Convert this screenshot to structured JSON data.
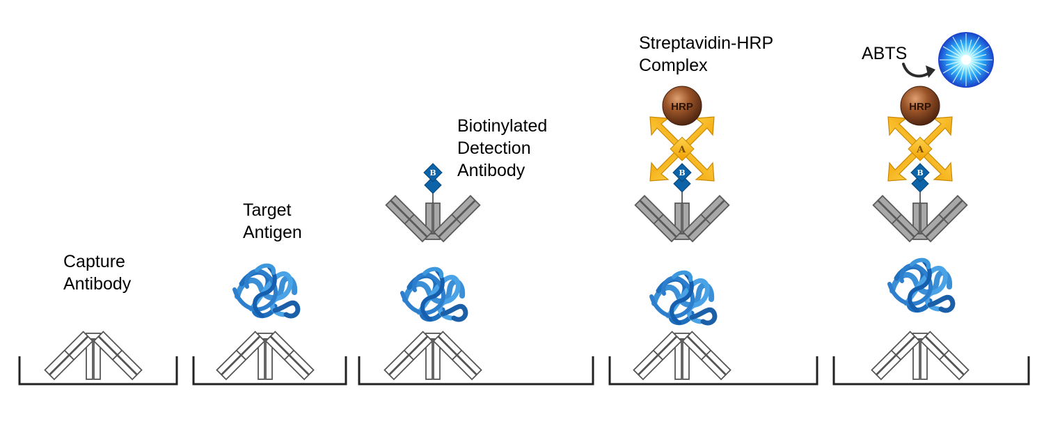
{
  "steps": [
    {
      "label_lines": [
        "Capture",
        "Antibody"
      ],
      "has_antigen": false,
      "has_detection_antibody": false,
      "has_streptavidin_hrp": false,
      "has_substrate": false
    },
    {
      "label_lines": [
        "Target",
        "Antigen"
      ],
      "has_antigen": true,
      "has_detection_antibody": false,
      "has_streptavidin_hrp": false,
      "has_substrate": false
    },
    {
      "label_lines": [
        "Biotinylated",
        "Detection",
        "Antibody"
      ],
      "has_antigen": true,
      "has_detection_antibody": true,
      "has_streptavidin_hrp": false,
      "has_substrate": false
    },
    {
      "label_lines": [
        "Streptavidin-HRP",
        "Complex"
      ],
      "has_antigen": true,
      "has_detection_antibody": true,
      "has_streptavidin_hrp": true,
      "has_substrate": false
    },
    {
      "label_lines": [
        "ABTS"
      ],
      "has_antigen": true,
      "has_detection_antibody": true,
      "has_streptavidin_hrp": true,
      "has_substrate": true
    }
  ],
  "glyphs": {
    "biotin": "B",
    "streptavidin": "A",
    "enzyme": "HRP"
  },
  "colors": {
    "capture_antibody": "#ffffff",
    "detection_antibody": "#a8a8a8",
    "antigen": "#2f7fc8",
    "biotin": "#0c63a8",
    "streptavidin": "#f7b21b",
    "hrp": "#8b4a22",
    "substrate": "#39c2ff",
    "well": "#222222"
  },
  "icons": {
    "well": "well-bracket-icon",
    "capture_antibody": "capture-antibody-icon",
    "antigen": "antigen-protein-icon",
    "detection_antibody": "detection-antibody-icon",
    "biotin": "biotin-diamond-icon",
    "streptavidin": "streptavidin-cross-icon",
    "hrp": "hrp-sphere-icon",
    "substrate": "abts-burst-icon",
    "reaction_arrow": "curved-arrow-icon"
  }
}
